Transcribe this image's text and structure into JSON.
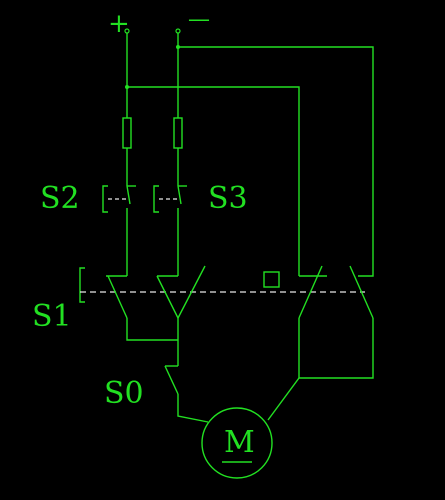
{
  "diagram": {
    "terminal_plus": "+",
    "terminal_minus": "—",
    "label_s2": "S2",
    "label_s3": "S3",
    "label_s1": "S1",
    "label_s0": "S0",
    "motor_label": "M"
  },
  "colors": {
    "wire": "#22e022",
    "link": "#e8e8e8",
    "background": "#000000"
  }
}
